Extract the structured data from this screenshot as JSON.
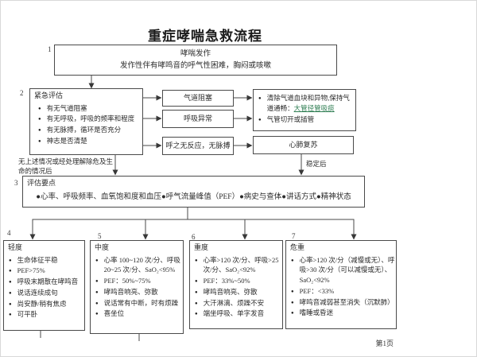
{
  "page": {
    "title": "重症哮喘急救流程",
    "page_number": "第1页"
  },
  "ui": {
    "bullet": "●"
  },
  "colors": {
    "box_border": "#4a4a4a",
    "link_green": "#2e7d52",
    "text": "#2b2b2b"
  },
  "step1": {
    "number": "1",
    "line1": "哮喘发作",
    "line2": "发作性伴有哮鸣音的呼气性困难，胸闷或咳嗽"
  },
  "step2": {
    "number": "2",
    "title": "紧急评估",
    "bullets": [
      "有无气道阻塞",
      "有无呼吸，呼吸的频率和程度",
      "有无脉搏，循环是否充分",
      "神志是否清楚"
    ]
  },
  "branch": {
    "airway": "气道阻塞",
    "breathing": "呼吸异常",
    "no_response": "呼之无反应，无脉搏"
  },
  "actions": {
    "clear_airway_pre": "清除气道血块和异物,保持气道通畅：",
    "clear_airway_link": "大管径管吸痰",
    "tracheotomy": "气管切开或插管",
    "cpr": "心肺复苏",
    "stable_label": "稳定后"
  },
  "no_danger_note": {
    "line1": "无上述情况或经处理解除危及生",
    "line2": "命的情况后"
  },
  "step3": {
    "number": "3",
    "title": "评估要点",
    "items_line": "●心率、呼吸频率、血氧饱和度和血压●呼气流量峰值（PEF）●病史与查体●讲话方式●精神状态"
  },
  "severity": [
    {
      "number": "4",
      "title": "轻度",
      "bullets": [
        "生命体征平稳",
        "PEF>75%",
        "呼吸末期散在哮鸣音",
        "说话连续成句",
        "尚安静/稍有焦虑",
        "可平卧"
      ]
    },
    {
      "number": "5",
      "title": "中度",
      "bullets": [
        "心率 100~120 次/分、呼吸 20~25 次/分、SaO₂<95%",
        "PEF：50%~75%",
        "哮鸣音响亮、弥散",
        "说话常有中断，时有烦躁",
        "喜坐位"
      ]
    },
    {
      "number": "6",
      "title": "重度",
      "bullets": [
        "心率>120 次/分、呼吸>25 次/分、SaO₂<92%",
        "PEF：33%~50%",
        "哮鸣音响亮、弥散",
        "大汗淋漓、烦躁不安",
        "端坐呼吸、单字发音"
      ]
    },
    {
      "number": "7",
      "title": "危重",
      "bullets": [
        "心率>120 次/分（减慢或无）、呼吸>30 次/分（可以减慢或无）、SaO₂<92%",
        "PEF：<33%",
        "哮鸣音减弱甚至消失（沉默肺）",
        "嗜睡或昏迷"
      ]
    }
  ]
}
